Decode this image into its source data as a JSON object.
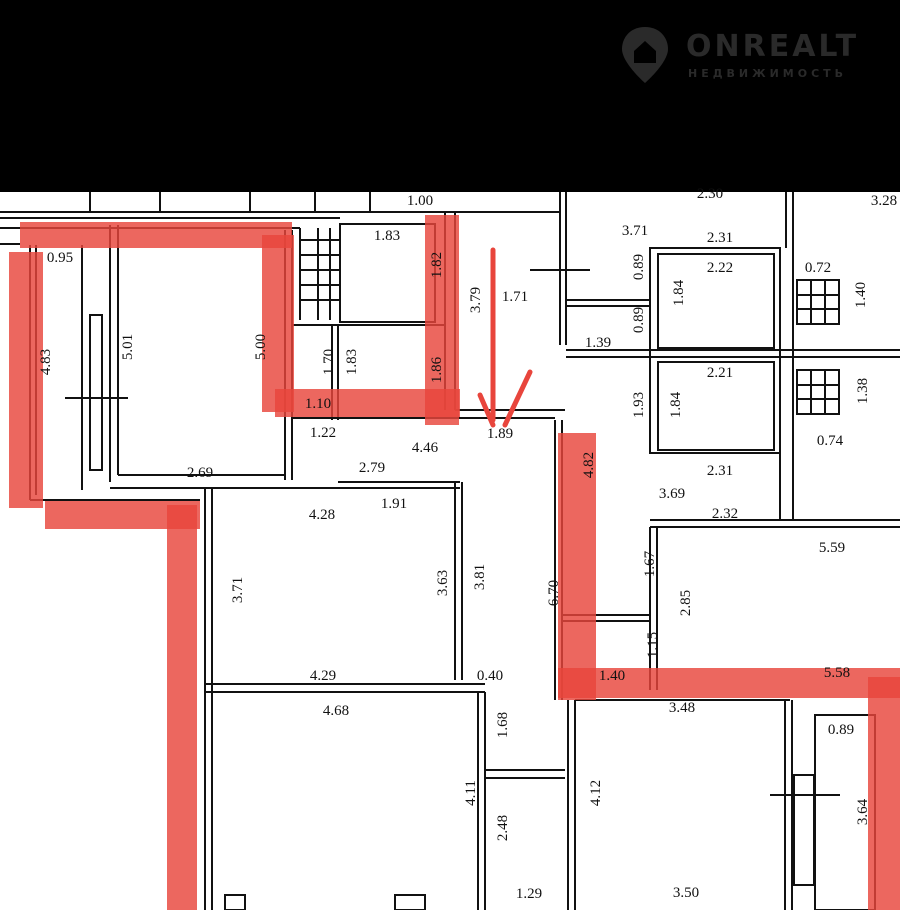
{
  "logo": {
    "brand": "ONREALT",
    "subtitle": "НЕДВИЖИМОСТЬ",
    "icon": "map-pin-house-icon"
  },
  "colors": {
    "highlight": "#e8453c",
    "wall": "#111111",
    "background": "#000000"
  },
  "dimensions": [
    "1.00",
    "2.30",
    "3.28",
    "0.95",
    "1.83",
    "1.82",
    "3.79",
    "1.71",
    "3.71",
    "2.31",
    "2.22",
    "0.89",
    "0.72",
    "1.84",
    "1.40",
    "4.83",
    "5.01",
    "5.00",
    "1.70",
    "1.83",
    "1.86",
    "0.89",
    "1.39",
    "2.21",
    "1.93",
    "1.84",
    "1.38",
    "1.10",
    "1.22",
    "4.46",
    "1.89",
    "0.74",
    "2.69",
    "2.79",
    "2.31",
    "4.82",
    "3.69",
    "4.28",
    "1.91",
    "2.32",
    "5.59",
    "3.71",
    "3.63",
    "3.81",
    "6.70",
    "1.67",
    "2.85",
    "1.15",
    "4.29",
    "0.40",
    "1.40",
    "5.58",
    "4.68",
    "3.48",
    "0.89",
    "1.68",
    "4.11",
    "4.12",
    "3.64",
    "2.48",
    "1.29",
    "3.50"
  ]
}
